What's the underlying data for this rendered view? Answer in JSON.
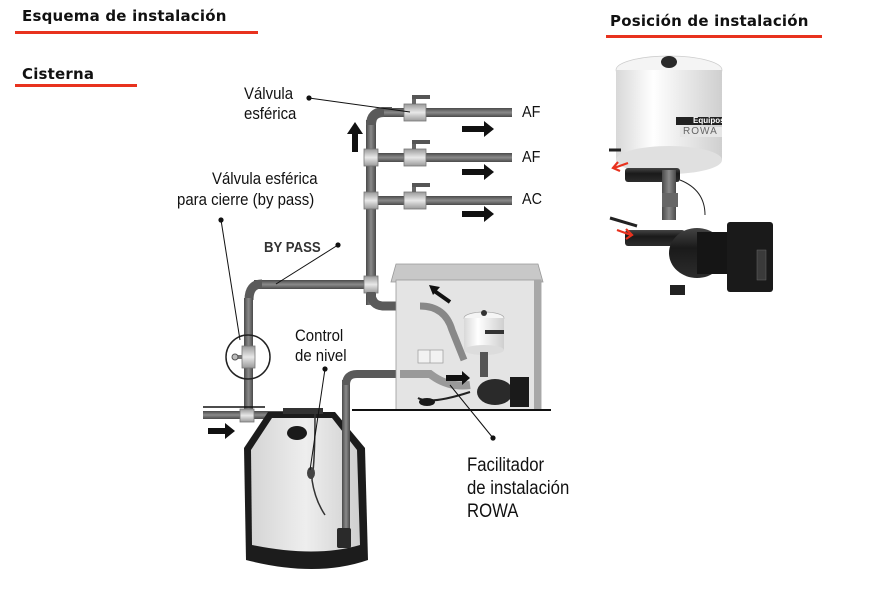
{
  "left_section": {
    "title": "Esquema de instalación",
    "subtitle": "Cisterna"
  },
  "right_section": {
    "title": "Posición de instalación"
  },
  "diagram_labels": {
    "valve_top_line1": "Válvula",
    "valve_top_line2": "esférica",
    "bypass_valve_line1": "Válvula esférica",
    "bypass_valve_line2": "para cierre (by pass)",
    "bypass": "BY PASS",
    "level_control_line1": "Control",
    "level_control_line2": "de nivel",
    "facilitator_line1": "Facilitador",
    "facilitator_line2": "de instalación",
    "facilitator_line3": "ROWA"
  },
  "outlets": [
    {
      "label": "AF"
    },
    {
      "label": "AF"
    },
    {
      "label": "AC"
    }
  ],
  "product": {
    "tank_band_text": "Equipos",
    "tank_brand": "ROWA"
  },
  "colors": {
    "accent_red": "#e8321e",
    "pipe_gray": "#6b6b6b"
  }
}
